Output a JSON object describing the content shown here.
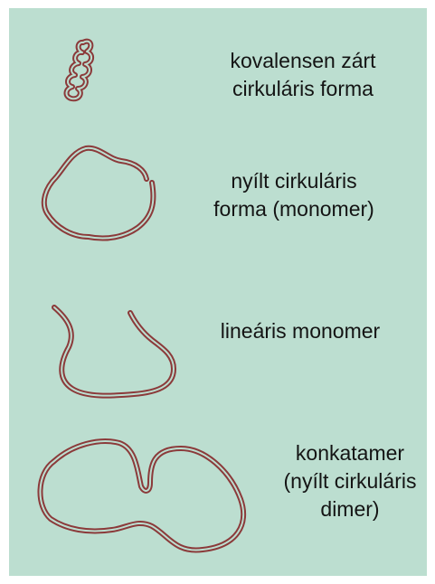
{
  "colors": {
    "background": "#bcded0",
    "dna_strand": "#8b3a3a",
    "text": "#141414"
  },
  "forms": [
    {
      "lines": [
        "kovalensen zárt",
        "cirkuláris forma"
      ]
    },
    {
      "lines": [
        "nyílt cirkuláris",
        "forma (monomer)"
      ]
    },
    {
      "lines": [
        "lineáris monomer"
      ]
    },
    {
      "lines": [
        "konkatamer",
        "(nyílt cirkuláris",
        "dimer)"
      ]
    }
  ]
}
